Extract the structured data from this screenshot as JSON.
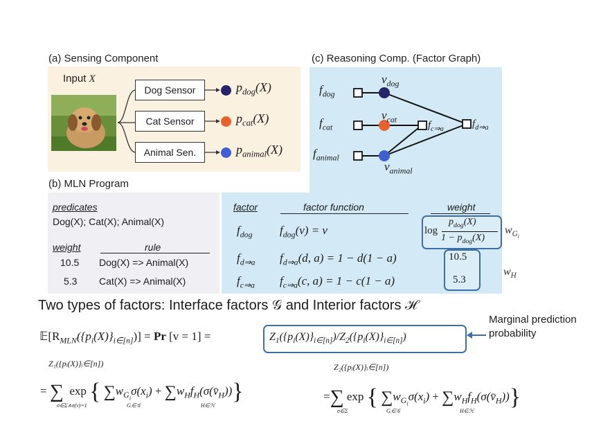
{
  "panel_a": {
    "title": "(a) Sensing Component",
    "input_label_prefix": "Input ",
    "input_label_var": "X",
    "sensors": [
      {
        "label": "Dog Sensor",
        "output_sub": "dog",
        "color": "#23246a"
      },
      {
        "label": "Cat Sensor",
        "output_sub": "cat",
        "color": "#e8612c"
      },
      {
        "label": "Animal Sen.",
        "output_sub": "animal",
        "color": "#3f5ed4"
      }
    ],
    "output_p": "p",
    "output_arg": "(X)"
  },
  "panel_b": {
    "title": "(b) MLN Program",
    "predicates_header": "predicates",
    "predicates": "Dog(X); Cat(X); Animal(X)",
    "weight_header": "weight",
    "rule_header": "rule",
    "rules": [
      {
        "weight": "10.5",
        "rule": "Dog(X) => Animal(X)"
      },
      {
        "weight": "5.3",
        "rule": "Cat(X) => Animal(X)"
      }
    ]
  },
  "panel_c": {
    "title": "(c) Reasoning Comp. (Factor Graph)",
    "factor_labels": [
      "f",
      "f",
      "f"
    ],
    "factor_subs": [
      "dog",
      "cat",
      "animal"
    ],
    "var_labels": [
      "v",
      "v",
      "v"
    ],
    "var_subs": [
      "dog",
      "cat",
      "animal"
    ],
    "f_ca": "f",
    "f_ca_sub": "c⇒a",
    "f_da": "f",
    "f_da_sub": "d⇒a"
  },
  "factor_table": {
    "factor_header": "factor",
    "function_header": "factor function",
    "weight_header": "weight",
    "rows": [
      {
        "factor_sub": "dog",
        "function": "(v) = v",
        "function_sub": "dog"
      },
      {
        "factor_sub": "d⇒a",
        "function": "(d, a) = 1 − d(1 − a)",
        "function_sub": "d⇒a",
        "weight": "10.5"
      },
      {
        "factor_sub": "c⇒a",
        "function": "(c, a) = 1 − c(1 − a)",
        "function_sub": "c⇒a",
        "weight": "5.3"
      }
    ],
    "log_label": "log",
    "log_num_sub": "dog",
    "log_den_prefix": "1 − p",
    "log_den_sub": "dog",
    "log_arg": "(X)",
    "wg_label": "w",
    "wg_sub": "G",
    "wg_subsub": "i",
    "wh_label": "w",
    "wh_sub": "H"
  },
  "two_types": "Two types of factors: Interface factors 𝒢 and Interior factors ℋ",
  "equation": {
    "lhs": "𝔼[R",
    "lhs_sub": "MLN",
    "lhs_rest": "({p",
    "lhs_rest2": "(X)}",
    "lhs_idx": "i∈[n]",
    "lhs_close": ")] = ",
    "pr": "Pr",
    "pr_rest": " [v = 1] =",
    "boxed": "Z",
    "annotation": "Marginal prediction probability"
  },
  "z1": {
    "header": "Z₁({pᵢ(X)}ᵢ∈[n])",
    "sum_under": "σ∈Σ∧σ(v)=1",
    "inner1_under": "Gᵢ∈𝒢",
    "inner2_under": "H∈ℋ"
  },
  "z2": {
    "header": "Z₂({pᵢ(X)}ᵢ∈[n])",
    "sum_under": "σ∈Σ",
    "inner1_under": "Gᵢ∈𝒢",
    "inner2_under": "H∈ℋ"
  }
}
